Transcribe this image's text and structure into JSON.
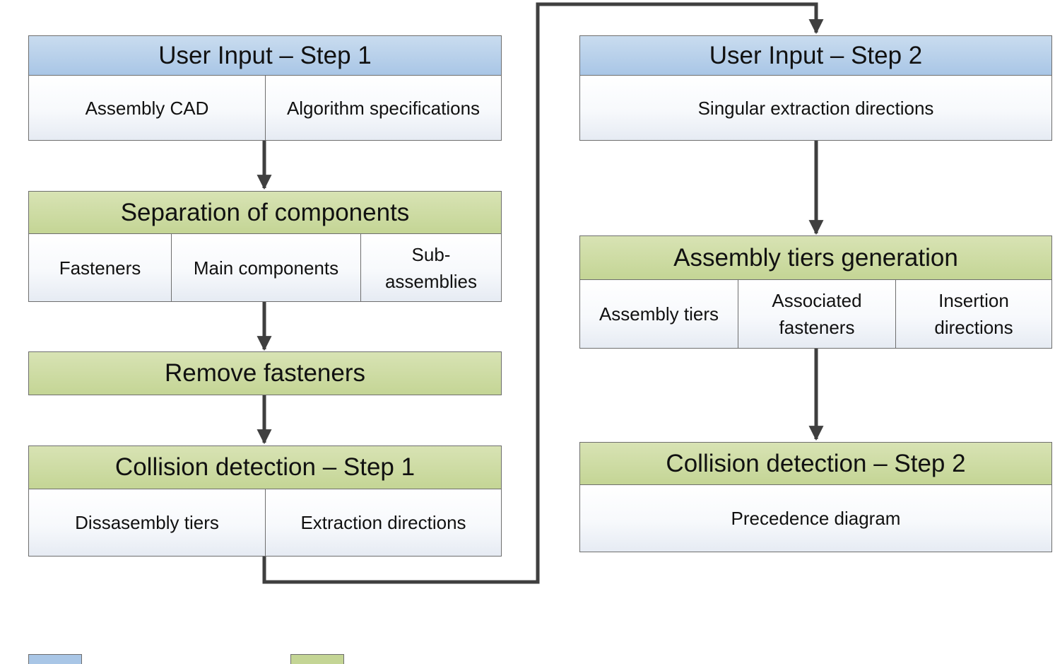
{
  "colors": {
    "input_header": "#a9c6e6",
    "process_header": "#c4d595",
    "arrow": "#3f3f3f",
    "border": "#6e6e6e"
  },
  "left": {
    "input1": {
      "title": "User Input – Step 1",
      "cells": [
        "Assembly CAD",
        "Algorithm specifications"
      ]
    },
    "separation": {
      "title": "Separation of components",
      "cells": [
        "Fasteners",
        "Main components",
        "Sub-\nassemblies"
      ]
    },
    "remove": {
      "title": "Remove fasteners"
    },
    "collision1": {
      "title": "Collision detection – Step 1",
      "cells": [
        "Dissasembly tiers",
        "Extraction directions"
      ]
    }
  },
  "right": {
    "input2": {
      "title": "User Input – Step 2",
      "cells": [
        "Singular extraction directions"
      ]
    },
    "tiers": {
      "title": "Assembly tiers generation",
      "cells": [
        "Assembly tiers",
        "Associated\nfasteners",
        "Insertion\ndirections"
      ]
    },
    "collision2": {
      "title": "Collision detection – Step 2",
      "cells": [
        "Precedence diagram"
      ]
    }
  }
}
